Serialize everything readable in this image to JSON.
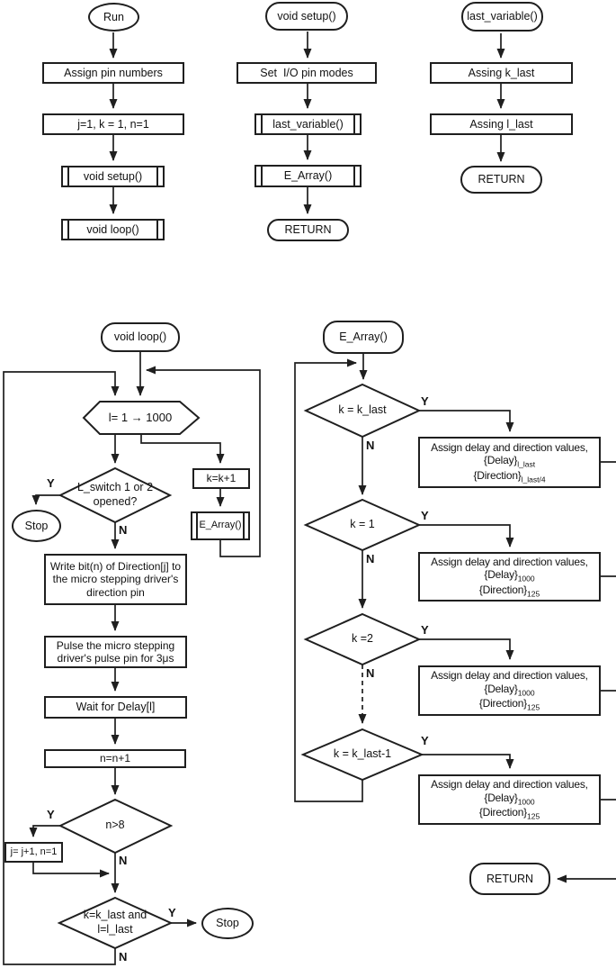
{
  "charts": {
    "run": {
      "start": "Run",
      "assign_pins": "Assign pin numbers",
      "init": "j=1, k = 1, n=1",
      "call_setup": "void setup()",
      "call_loop": "void loop()"
    },
    "setup": {
      "start": "void setup()",
      "set_io": "Set  I/O pin modes",
      "call_last_variable": "last_variable()",
      "call_e_array": "E_Array()",
      "return": "RETURN"
    },
    "last_variable": {
      "start": "last_variable()",
      "assing_k_last": "Assing k_last",
      "assing_l_last": "Assing l_last",
      "return": "RETURN"
    },
    "loop": {
      "start": "void loop()",
      "for_loop": "l= 1 → 1000",
      "switch_check": "L_switch 1 or 2 opened?",
      "stop_left": "Stop",
      "write_direction": "Write bit(n) of Direction[j] to the micro stepping driver's direction pin",
      "pulse": "Pulse the micro stepping driver's pulse pin for 3μs",
      "wait": "Wait for Delay[l]",
      "incr_n": "n=n+1",
      "n_check": "n>8",
      "reset_j": "j= j+1, n=1",
      "end_check": "k=k_last and l=l_last",
      "stop_right": "Stop",
      "incr_k": "k=k+1",
      "call_e_array": "E_Array()"
    },
    "e_array": {
      "start": "E_Array()",
      "check_k_last": "k = k_last",
      "check_k_1": "k = 1",
      "check_k_2": "k =2",
      "check_k_last_minus_1": "k = k_last-1",
      "assign_boxes": [
        {
          "line1": "Assign delay and direction values,",
          "delay": "{Delay}",
          "delay_sub": "l_last",
          "direction": "{Direction}",
          "direction_sub": "l_last/4"
        },
        {
          "line1": "Assign delay and direction values,",
          "delay": "{Delay}",
          "delay_sub": "1000",
          "direction": "{Direction}",
          "direction_sub": "125"
        },
        {
          "line1": "Assign delay and direction values,",
          "delay": "{Delay}",
          "delay_sub": "1000",
          "direction": "{Direction}",
          "direction_sub": "125"
        },
        {
          "line1": "Assign delay and direction values,",
          "delay": "{Delay}",
          "delay_sub": "1000",
          "direction": "{Direction}",
          "direction_sub": "125"
        }
      ],
      "return": "RETURN"
    }
  },
  "branch_labels": {
    "yes": "Y",
    "no": "N"
  },
  "colors": {
    "line": "#1f1f1f",
    "background": "#ffffff"
  }
}
